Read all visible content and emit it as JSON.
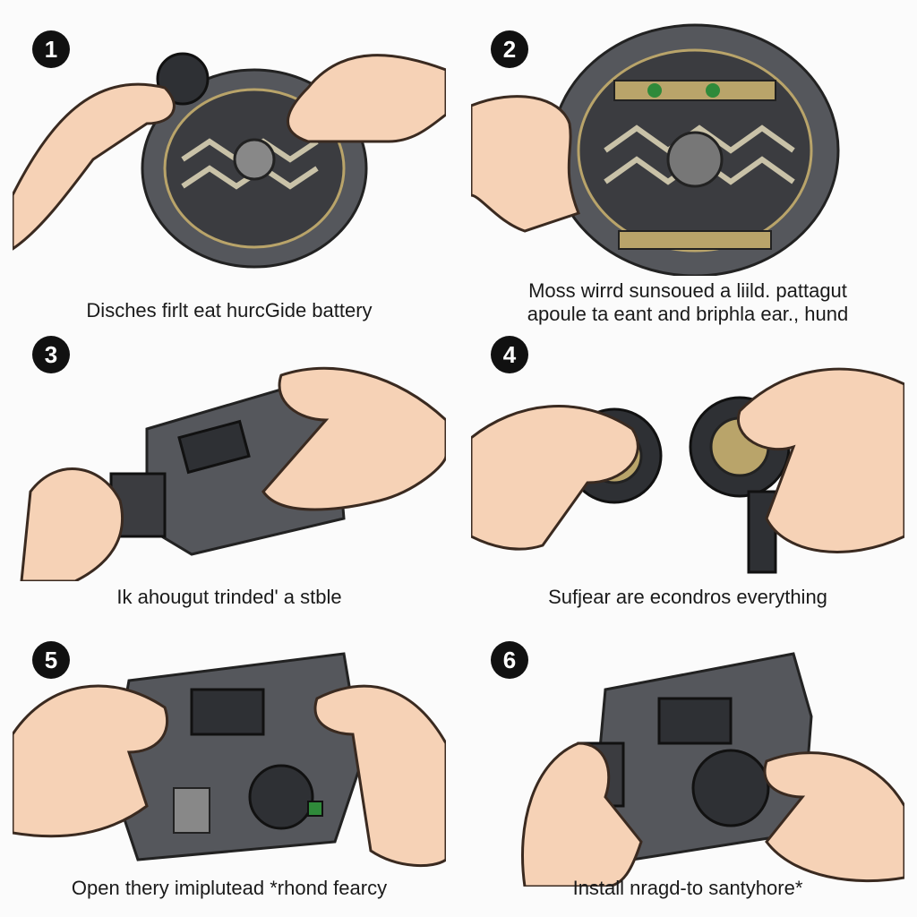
{
  "steps": [
    {
      "number": "1",
      "caption": "Disches firlt eat hurcGide battery"
    },
    {
      "number": "2",
      "caption_line1": "Moss wirrd sunsoued a liild. pattagut",
      "caption_line2": "apoule ta eant and briphla ear., hund"
    },
    {
      "number": "3",
      "caption": "Ik ahougut trinded' a stble"
    },
    {
      "number": "4",
      "caption": "Sufjear are econdros everything"
    },
    {
      "number": "5",
      "caption": "Open thery imiplutead *rhond fearcy"
    },
    {
      "number": "6",
      "caption": "Install nragd-to santyhore*"
    }
  ],
  "colors": {
    "skin": "#f6d2b6",
    "skin_outline": "#3a2a20",
    "housing": "#55575c",
    "housing_dark": "#2e3034",
    "gear_gold": "#b9a46a",
    "accent_green": "#2f8a3a"
  },
  "icons": [
    "hand-icon",
    "motor-assembly-icon",
    "battery-pack-icon",
    "fan-rotor-icon"
  ]
}
